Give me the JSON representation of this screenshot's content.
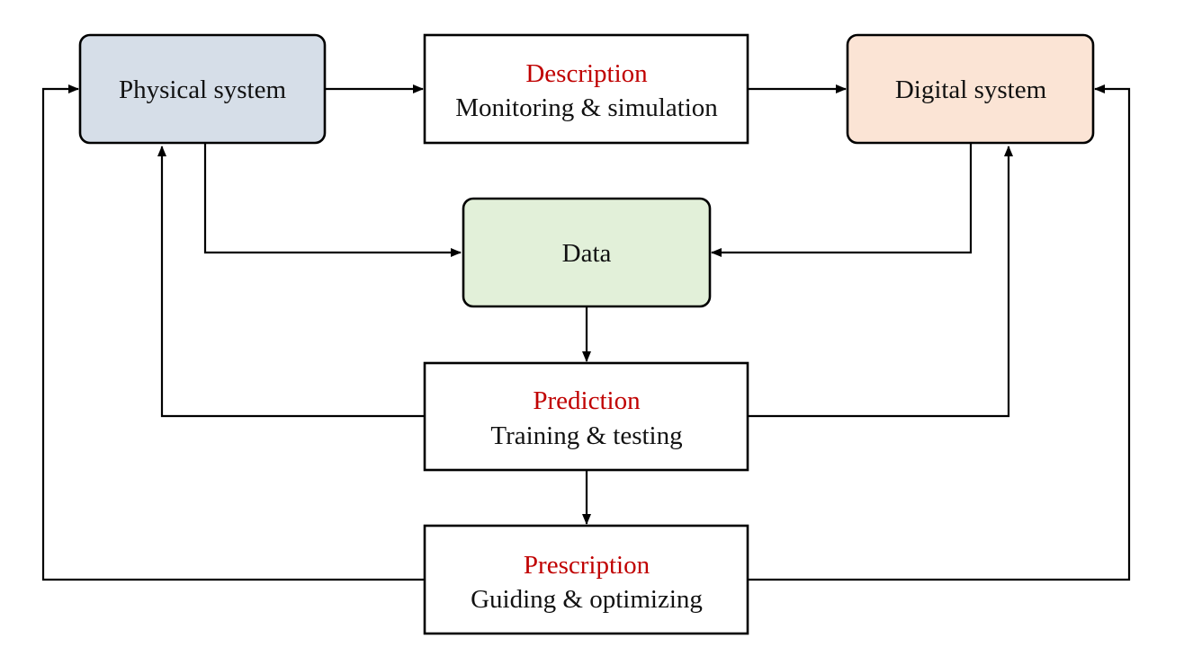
{
  "diagram": {
    "colors": {
      "stroke": "#000000",
      "physical_fill": "#d6dee8",
      "digital_fill": "#fbe4d5",
      "data_fill": "#e2f0d9",
      "plain_fill": "#ffffff",
      "title_red": "#c00000",
      "text": "#111111"
    },
    "nodes": {
      "physical": {
        "label": "Physical system"
      },
      "description": {
        "title": "Description",
        "subtitle": "Monitoring & simulation"
      },
      "digital": {
        "label": "Digital system"
      },
      "data": {
        "label": "Data"
      },
      "prediction": {
        "title": "Prediction",
        "subtitle": "Training & testing"
      },
      "prescription": {
        "title": "Prescription",
        "subtitle": "Guiding & optimizing"
      }
    },
    "edges": [
      {
        "from": "physical",
        "to": "description"
      },
      {
        "from": "description",
        "to": "digital"
      },
      {
        "from": "physical",
        "to": "data"
      },
      {
        "from": "digital",
        "to": "data"
      },
      {
        "from": "data",
        "to": "prediction"
      },
      {
        "from": "prediction",
        "to": "physical"
      },
      {
        "from": "prediction",
        "to": "digital"
      },
      {
        "from": "prediction",
        "to": "prescription"
      },
      {
        "from": "prescription",
        "to": "physical"
      },
      {
        "from": "prescription",
        "to": "digital"
      }
    ]
  }
}
